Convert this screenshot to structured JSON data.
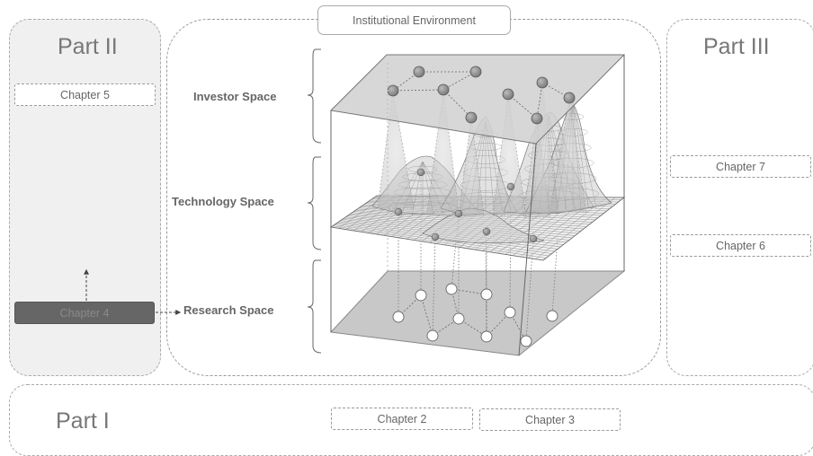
{
  "header": {
    "institutional_environment": "Institutional Environment"
  },
  "parts": {
    "part1": {
      "title": "Part I"
    },
    "part2": {
      "title": "Part II"
    },
    "part3": {
      "title": "Part III"
    }
  },
  "chapters": {
    "chapter2": "Chapter 2",
    "chapter3": "Chapter 3",
    "chapter4": "Chapter 4",
    "chapter5": "Chapter 5",
    "chapter6": "Chapter 6",
    "chapter7": "Chapter 7"
  },
  "spaces": {
    "investor": "Investor Space",
    "technology": "Technology Space",
    "research": "Research Space"
  },
  "colors": {
    "panel_border": "#aaaaaa",
    "part2_fill": "#f0f0f0",
    "chapter4_fill": "#666666",
    "plane_fill": "#c8c8c8",
    "node_dark": "#8a8a8a",
    "node_light": "#ffffff"
  }
}
